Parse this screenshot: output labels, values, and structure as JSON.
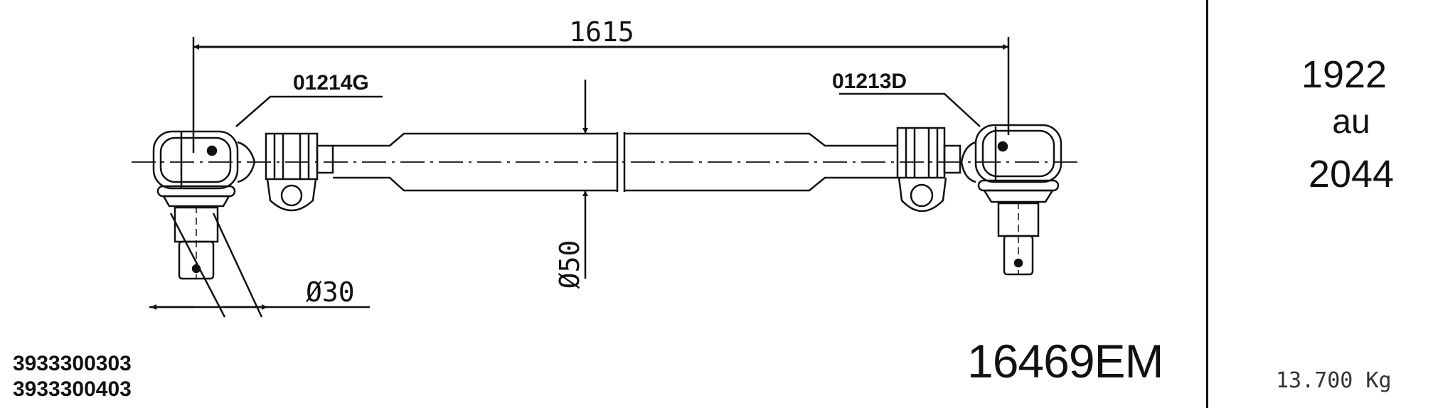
{
  "dimensions": {
    "overall_length": "1615",
    "tube_diameter": "Ø50",
    "ball_pin_diameter": "Ø30"
  },
  "references": {
    "left_end": "01214G",
    "right_end": "01213D"
  },
  "years": {
    "from": "1922",
    "separator": "au",
    "to": "2044"
  },
  "oem_numbers": [
    "3933300303",
    "3933300403"
  ],
  "part_number": "16469EM",
  "weight": "13.700 Kg"
}
